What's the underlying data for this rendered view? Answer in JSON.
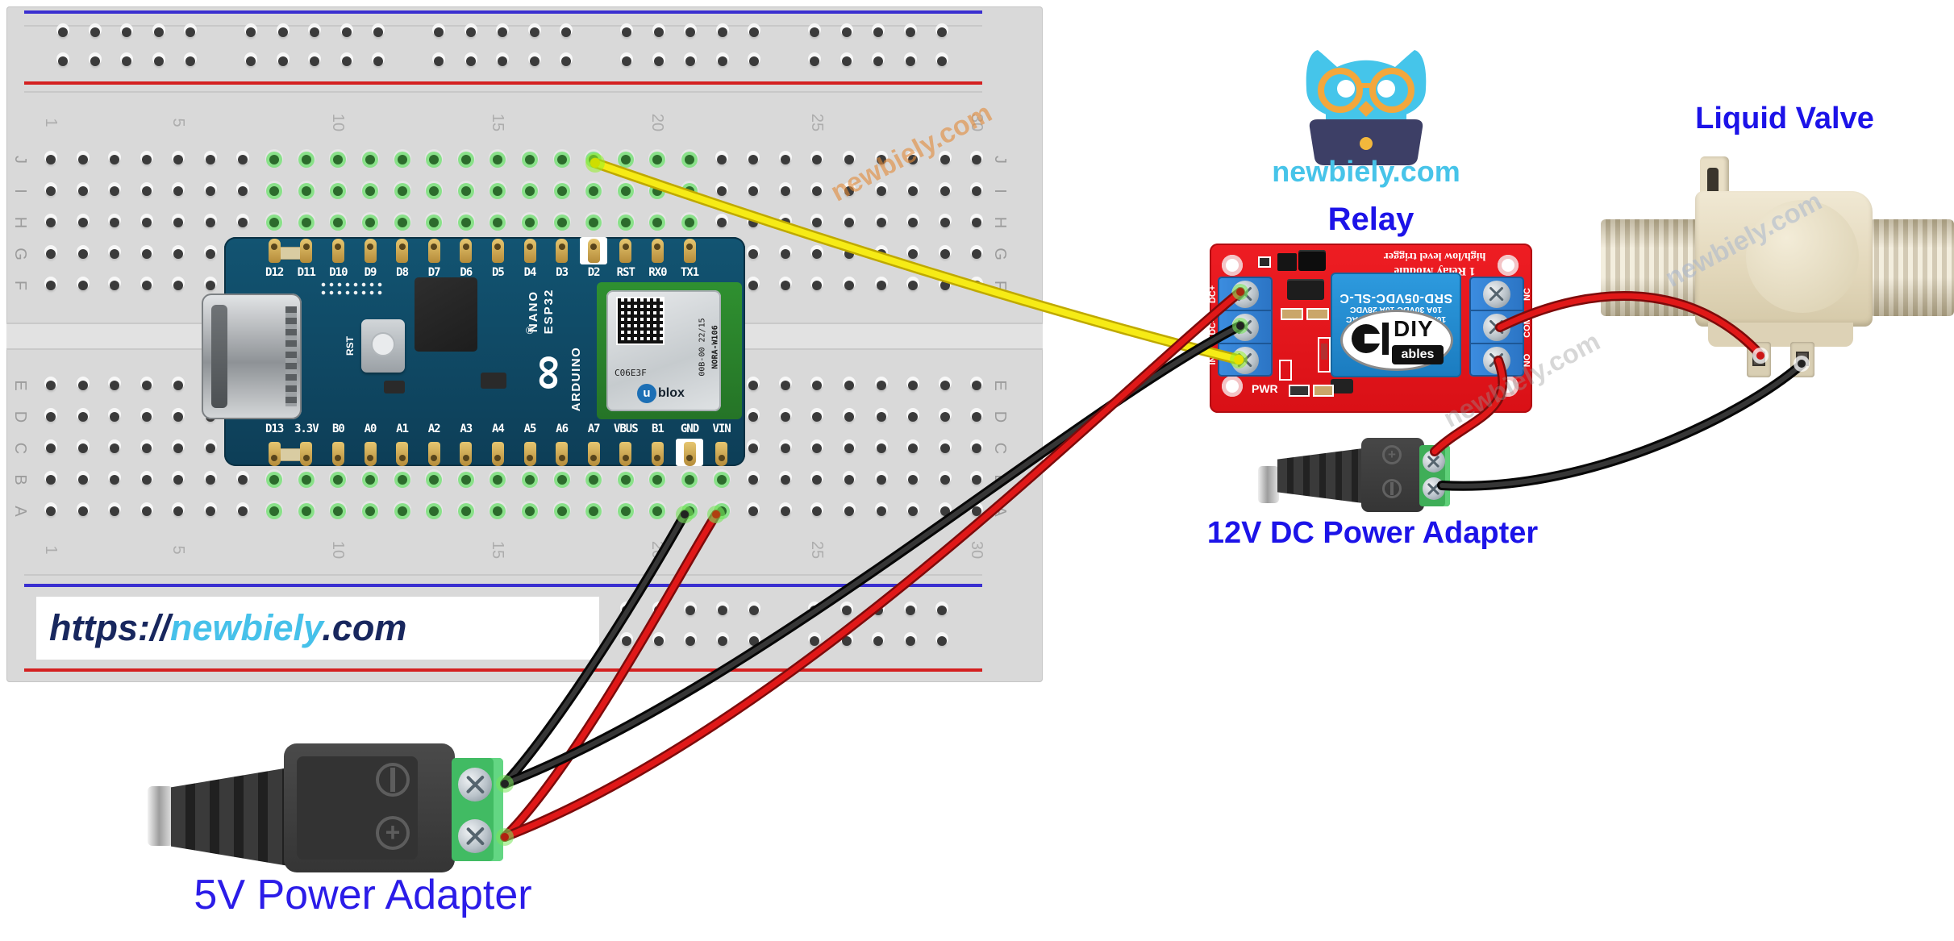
{
  "titles": {
    "relay": "Relay",
    "liquid_valve": "Liquid Valve",
    "adapter_12v": "12V DC Power Adapter",
    "adapter_5v": "5V Power Adapter"
  },
  "logo": {
    "site": "newbiely.com"
  },
  "url_box": {
    "prefix": "https://",
    "brand": "newbiely",
    "suffix": ".com"
  },
  "watermark": {
    "text": "newbiely.com"
  },
  "breadboard": {
    "column_numbers": [
      "1",
      "5",
      "10",
      "15",
      "20",
      "25",
      "30"
    ],
    "row_letters_top": [
      "J",
      "I",
      "H",
      "G",
      "F"
    ],
    "row_letters_bottom": [
      "E",
      "D",
      "C",
      "B",
      "A"
    ]
  },
  "arduino": {
    "model_line1": "NANO",
    "model_line2": "ESP32",
    "brand": "ARDUINO",
    "infinity": "∞",
    "registered": "®",
    "reset_label": "RST",
    "top_pins": [
      "D12",
      "D11",
      "D10",
      "D9",
      "D8",
      "D7",
      "D6",
      "D5",
      "D4",
      "D3",
      "D2",
      "RST",
      "RX0",
      "TX1"
    ],
    "bottom_pins": [
      "D13",
      "3.3V",
      "B0",
      "A0",
      "A1",
      "A2",
      "A3",
      "A4",
      "A5",
      "A6",
      "A7",
      "VBUS",
      "B1",
      "GND",
      "VIN"
    ],
    "module": {
      "code": "C06E3F",
      "date_code": "00B-00 22/15",
      "model": "NORA-W106",
      "brand_u": "u",
      "brand_rest": "blox"
    }
  },
  "relay": {
    "left_terminals": [
      "DC+",
      "DC-",
      "IN"
    ],
    "right_terminals": [
      "NC",
      "COM",
      "NO"
    ],
    "module_text_1": "1 Relay Module",
    "module_text_2": "high/low level trigger",
    "relay_print_ac": "10A 250VAC 10A 125VAC",
    "relay_print_dc": "10A 30VDC 10A 28VDC",
    "relay_print_model": "SRD-05VDC-SL-C",
    "pwr": "PWR",
    "diy": "DIY",
    "ables": "ables"
  },
  "colors": {
    "label_blue": "#1c13e8",
    "brand_cyan": "#47c4e9",
    "relay_red": "#e8151b",
    "wire_yellow": "#f6eb16",
    "wire_red": "#d81a18",
    "wire_black": "#1d1d1d",
    "breadboard_gray": "#d9d9d9",
    "arduino_teal": "#11516d",
    "valve_beige": "#e9dfc6"
  }
}
